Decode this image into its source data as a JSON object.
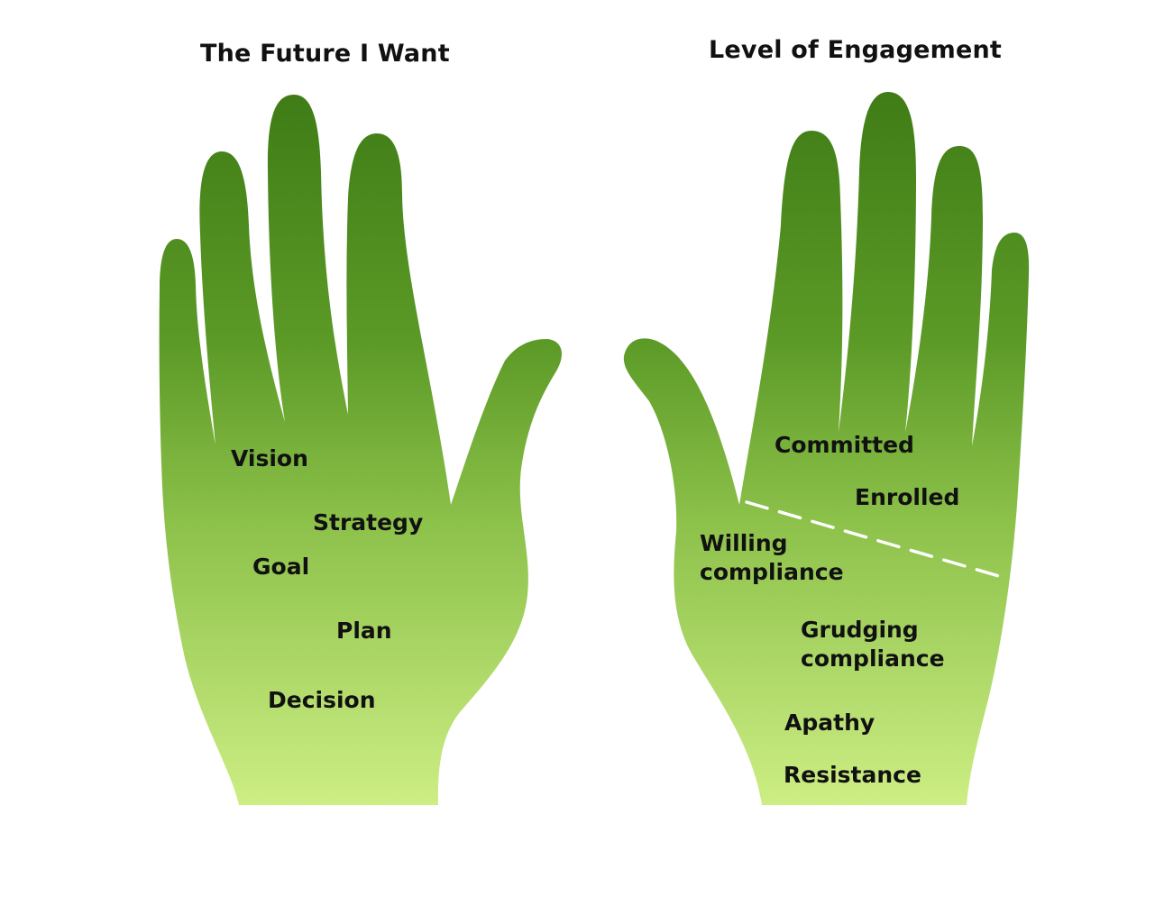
{
  "left_hand": {
    "title": "The Future I Want",
    "labels": {
      "vision": "Vision",
      "strategy": "Strategy",
      "goal": "Goal",
      "plan": "Plan",
      "decision": "Decision"
    }
  },
  "right_hand": {
    "title": "Level of Engagement",
    "labels": {
      "committed": "Committed",
      "enrolled": "Enrolled",
      "willing_1": "Willing",
      "willing_2": "compliance",
      "grudging_1": "Grudging",
      "grudging_2": "compliance",
      "apathy": "Apathy",
      "resistance": "Resistance"
    }
  },
  "colors": {
    "hand_top": "#4d8a1e",
    "hand_mid": "#79b13a",
    "hand_bottom": "#c9ec7f",
    "divider": "#ffffff",
    "text": "#111111"
  }
}
